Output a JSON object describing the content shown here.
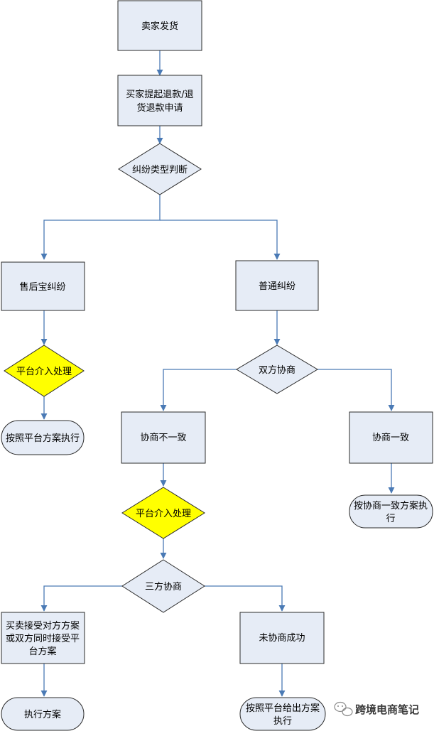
{
  "nodes": {
    "seller_ship": "卖家发货",
    "buyer_request_l1": "买家提起退款/退",
    "buyer_request_l2": "货退款申请",
    "dispute_type": "纠纷类型判断",
    "after_sales": "售后宝纠纷",
    "normal_dispute": "普通纠纷",
    "platform_left": "平台介入处理",
    "execute_platform_left": "按照平台方案执行",
    "both_negotiate": "双方协商",
    "disagree": "协商不一致",
    "agree": "协商一致",
    "execute_agreed_l1": "按协商一致方案执",
    "execute_agreed_l2": "行",
    "platform_mid": "平台介入处理",
    "three_party": "三方协商",
    "accept_l1": "买卖接受对方方案",
    "accept_l2": "或双方同时接受平",
    "accept_l3": "台方案",
    "not_success": "未协商成功",
    "execute_plan": "执行方案",
    "execute_platform_plan_l1": "按照平台给出方案",
    "execute_platform_plan_l2": "执行"
  },
  "watermark": {
    "text": "跨境电商笔记",
    "icon": "wechat-icon"
  },
  "colors": {
    "box_fill": "#e6ecf6",
    "decision_highlight": "#ffff00",
    "connector": "#4a7ab5"
  }
}
